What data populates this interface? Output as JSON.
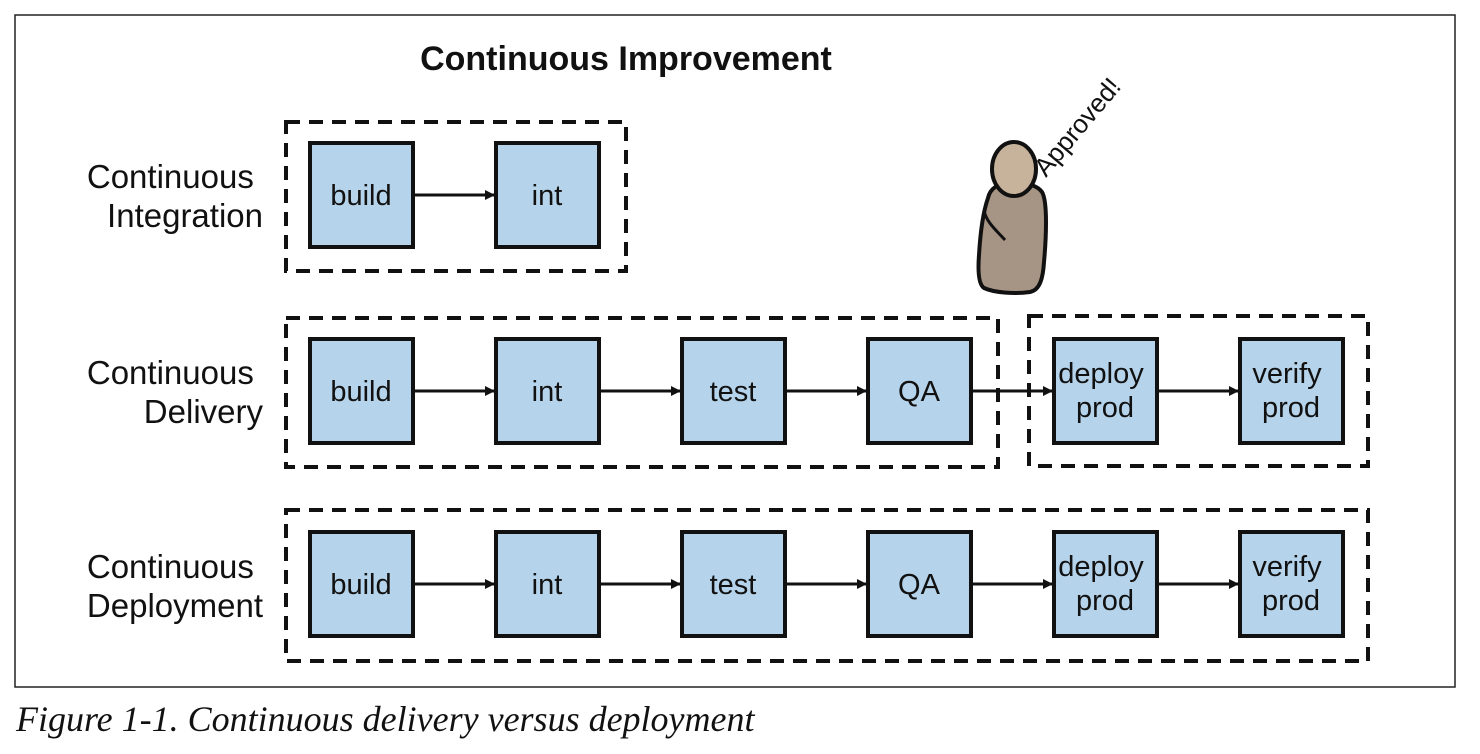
{
  "title": "Continuous Improvement",
  "caption": "Figure 1-1. Continuous delivery versus deployment",
  "approval_label": "Approved!",
  "colors": {
    "box_fill": "#b5d3ea",
    "stroke": "#111111",
    "person": "#a69584",
    "person_head": "#c7b39b"
  },
  "rows": [
    {
      "label_line1": "Continuous",
      "label_line2": "Integration",
      "steps": [
        {
          "line1": "build",
          "line2": ""
        },
        {
          "line1": "int",
          "line2": ""
        }
      ]
    },
    {
      "label_line1": "Continuous",
      "label_line2": "Delivery",
      "steps": [
        {
          "line1": "build",
          "line2": ""
        },
        {
          "line1": "int",
          "line2": ""
        },
        {
          "line1": "test",
          "line2": ""
        },
        {
          "line1": "QA",
          "line2": ""
        },
        {
          "line1": "deploy",
          "line2": "prod"
        },
        {
          "line1": "verify",
          "line2": "prod"
        }
      ]
    },
    {
      "label_line1": "Continuous",
      "label_line2": "Deployment",
      "steps": [
        {
          "line1": "build",
          "line2": ""
        },
        {
          "line1": "int",
          "line2": ""
        },
        {
          "line1": "test",
          "line2": ""
        },
        {
          "line1": "QA",
          "line2": ""
        },
        {
          "line1": "deploy",
          "line2": "prod"
        },
        {
          "line1": "verify",
          "line2": "prod"
        }
      ]
    }
  ]
}
